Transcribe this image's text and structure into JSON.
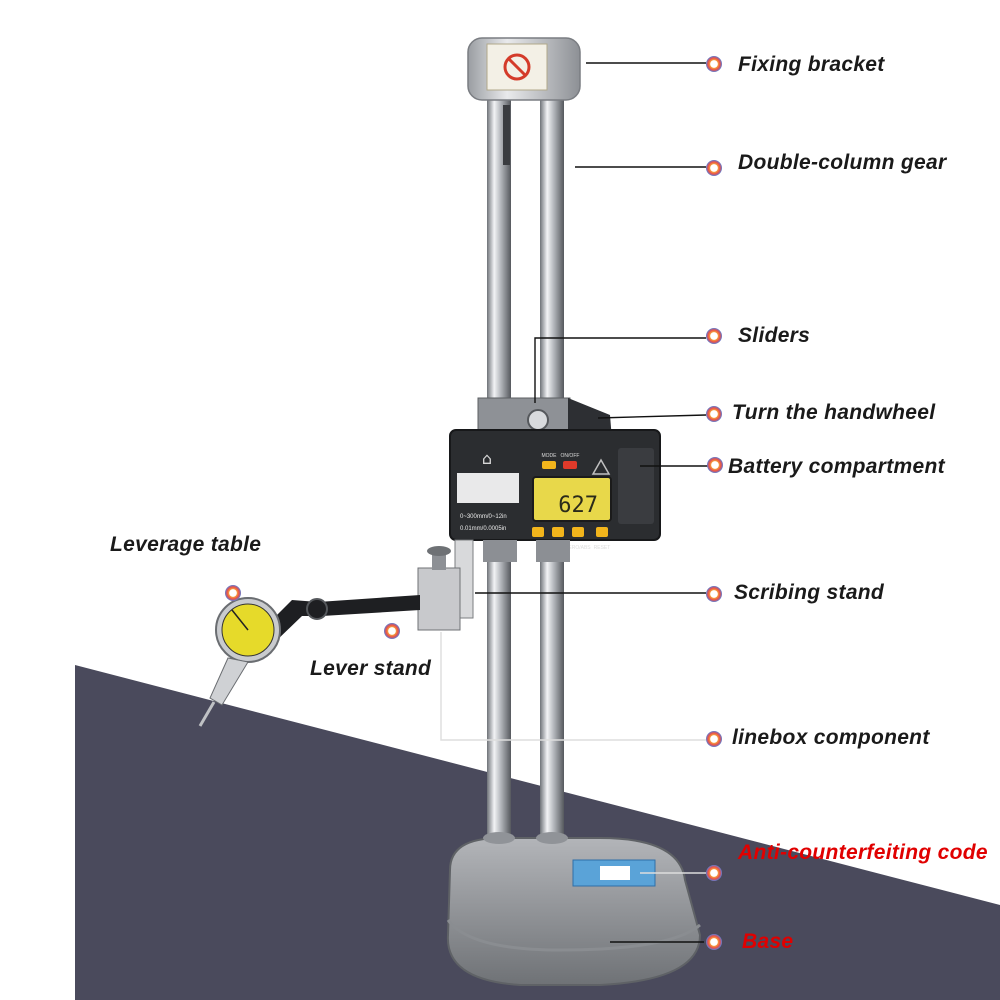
{
  "labels": {
    "fixing_bracket": "Fixing bracket",
    "double_column_gear": "Double-column gear",
    "sliders": "Sliders",
    "turn_handwheel": "Turn the handwheel",
    "battery_compartment": "Battery compartment",
    "leverage_table": "Leverage table",
    "scribing_stand": "Scribing stand",
    "lever_stand": "Lever stand",
    "linebox_component": "linebox component",
    "anti_counterfeiting_code": "Anti-counterfeiting code",
    "base": "Base"
  },
  "display": {
    "reading": "627",
    "range_line1": "0~300mm/0~12in",
    "range_line2": "0.01mm/0.0005in",
    "btn_mode": "MODE",
    "btn_onoff": "ON/OFF",
    "btn_zero": "ZERO/ABS",
    "btn_reset": "RESET"
  },
  "colors": {
    "label_text": "#1a1a1a",
    "highlight_label": "#e00000",
    "table_surface": "#4a4a5c",
    "lcd": "#e8d84a",
    "button": "#f2b51c"
  }
}
